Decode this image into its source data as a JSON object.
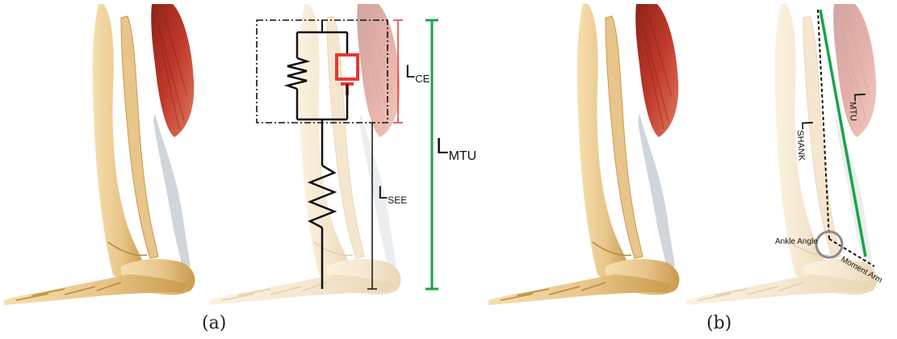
{
  "figure": {
    "panel_a": {
      "caption": "(a)",
      "labels": {
        "lce_main": "L",
        "lce_sub": "CE",
        "lsee_main": "L",
        "lsee_sub": "SEE",
        "lmtu_main": "L",
        "lmtu_sub": "MTU"
      }
    },
    "panel_b": {
      "caption": "(b)",
      "labels": {
        "lshank_main": "L",
        "lshank_sub": "SHANK",
        "lmtu_main": "L",
        "lmtu_sub": "MTU",
        "ankle_angle": "Ankle Angle",
        "moment_arm": "Moment Arm"
      }
    }
  },
  "colors": {
    "bone": "#e8c58a",
    "bone_shade": "#c99a4a",
    "bone_faded": "#f3e2c2",
    "muscle": "#c0392b",
    "muscle_faded": "#eec3c0",
    "tendon": "#cfd6dc",
    "tendon_faded": "#e6eaee",
    "contractile": "#e53935",
    "lce_bar": "#e53935",
    "lmtu_bar": "#1aa34a",
    "model": "#111111",
    "angle_marker": "#8a8a8a"
  }
}
